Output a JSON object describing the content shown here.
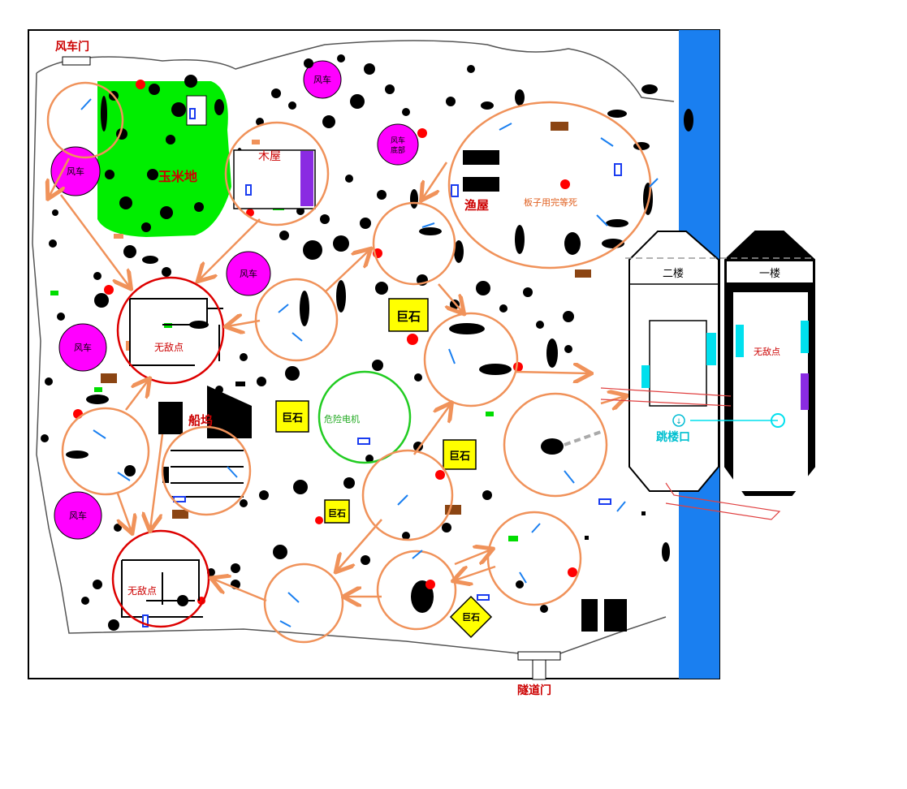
{
  "labels": {
    "windmill_gate": "风车门",
    "tunnel_gate": "隧道门",
    "corn_field": "玉米地",
    "wood_house": "木屋",
    "fish_house": "渔屋",
    "dock": "船坞",
    "board_note": "板子用完等死",
    "danger_generator": "危险电机",
    "invincible": "无敌点",
    "jump_point": "跳楼口",
    "floor2": "二楼",
    "floor1": "一楼",
    "windmill": "风车",
    "windmill_basement": "风车\n底部",
    "boulder": "巨石"
  },
  "colors": {
    "windmill": "#ff00ff",
    "corn": "#00ee00",
    "sea": "#1a7ff0",
    "orange_route": "#f0925a",
    "red_circle": "#dd0000",
    "green_circle": "#22cc22",
    "boulder": "#ffff00",
    "cyan": "#00e0ee",
    "purple": "#8a2be2",
    "label_red": "#dd0000"
  }
}
